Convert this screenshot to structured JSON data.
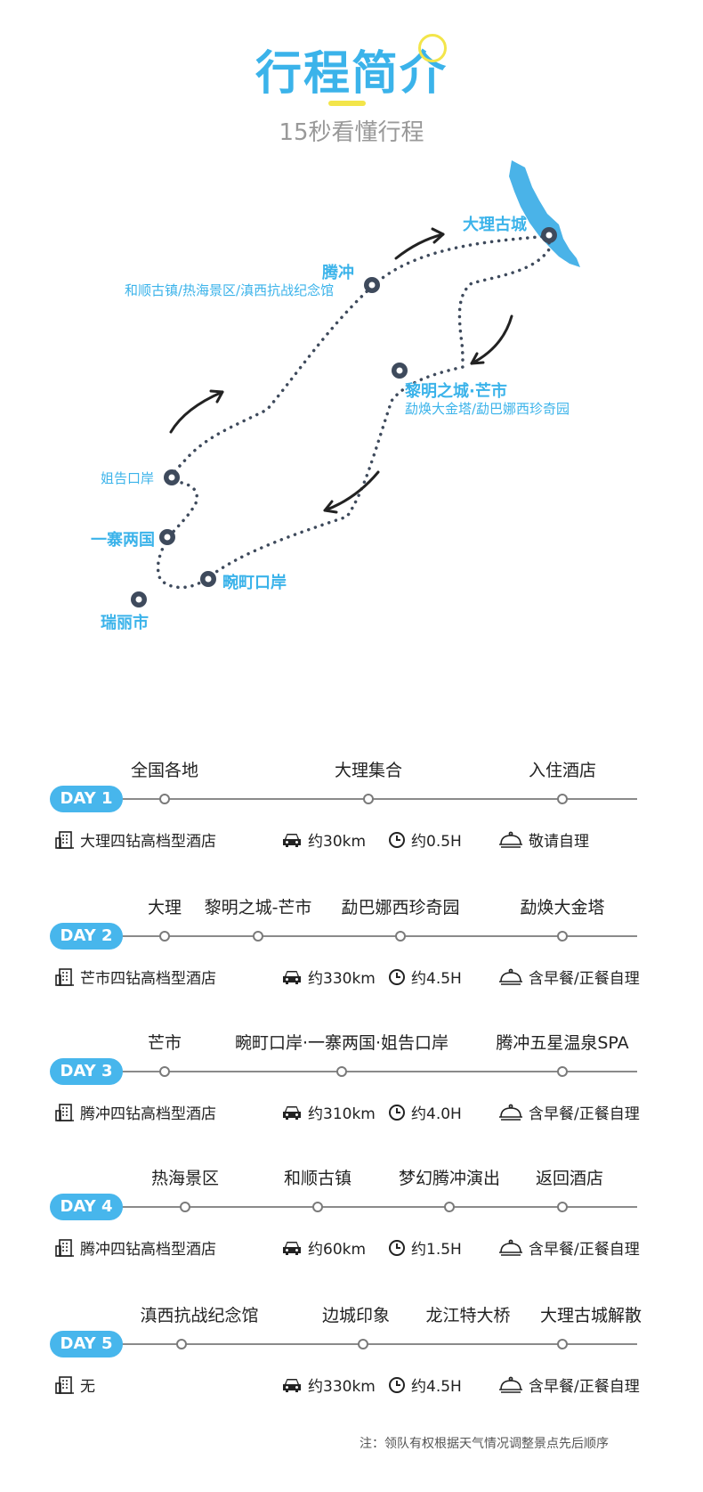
{
  "header": {
    "title": "行程简介",
    "subtitle": "15秒看懂行程"
  },
  "map": {
    "labels": {
      "dali": "大理古城",
      "tengchong": "腾冲",
      "tengchong_sub": "和顺古镇/热海景区/滇西抗战纪念馆",
      "mangshi": "黎明之城·芒市",
      "mangshi_sub": "勐焕大金塔/勐巴娜西珍奇园",
      "jiegao": "姐告口岸",
      "yizhai": "一寨两国",
      "wanting": "畹町口岸",
      "ruili": "瑞丽市"
    },
    "route_color": "#3e4a5c",
    "lake_color": "#4ab3e8"
  },
  "days": [
    {
      "badge": "DAY 1",
      "stops": [
        "全国各地",
        "大理集合",
        "入住酒店"
      ],
      "hotel": "大理四钻高档型酒店",
      "distance": "约30km",
      "duration": "约0.5H",
      "meal": "敬请自理"
    },
    {
      "badge": "DAY 2",
      "stops": [
        "大理",
        "黎明之城-芒市",
        "勐巴娜西珍奇园",
        "勐焕大金塔"
      ],
      "hotel": "芒市四钻高档型酒店",
      "distance": "约330km",
      "duration": "约4.5H",
      "meal": "含早餐/正餐自理"
    },
    {
      "badge": "DAY 3",
      "stops": [
        "芒市",
        "畹町口岸·一寨两国·姐告口岸",
        "腾冲五星温泉SPA"
      ],
      "hotel": "腾冲四钻高档型酒店",
      "distance": "约310km",
      "duration": "约4.0H",
      "meal": "含早餐/正餐自理"
    },
    {
      "badge": "DAY 4",
      "stops": [
        "热海景区",
        "和顺古镇",
        "梦幻腾冲演出",
        "返回酒店"
      ],
      "hotel": "腾冲四钻高档型酒店",
      "distance": "约60km",
      "duration": "约1.5H",
      "meal": "含早餐/正餐自理"
    },
    {
      "badge": "DAY 5",
      "stops": [
        "滇西抗战纪念馆",
        "边城印象",
        "龙江特大桥",
        "大理古城解散"
      ],
      "hotel": "无",
      "distance": "约330km",
      "duration": "约4.5H",
      "meal": "含早餐/正餐自理"
    }
  ],
  "note": "注：领队有权根据天气情况调整景点先后顺序",
  "colors": {
    "accent": "#3bb3ea",
    "badge": "#47b6ec",
    "deco": "#f3e54a"
  }
}
